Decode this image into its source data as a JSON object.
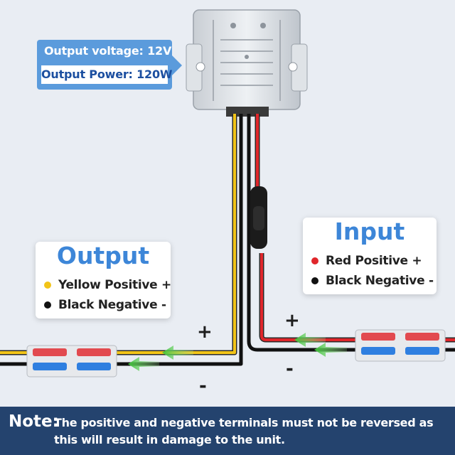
{
  "specs": {
    "output_voltage": "Output voltage: 12V",
    "output_power": "Output Power: 120W"
  },
  "output_card": {
    "title": "Output",
    "items": [
      {
        "label": "Yellow Positive +",
        "dot_color": "#f2c418"
      },
      {
        "label": "Black Negative -",
        "dot_color": "#111111"
      }
    ]
  },
  "input_card": {
    "title": "Input",
    "items": [
      {
        "label": "Red Positive +",
        "dot_color": "#e0262b"
      },
      {
        "label": "Black Negative -",
        "dot_color": "#111111"
      }
    ]
  },
  "polarity": {
    "output_plus": "+",
    "output_minus": "-",
    "input_plus": "+",
    "input_minus": "-"
  },
  "note": {
    "label": "Note:",
    "text": "The positive and negative terminals must not be reversed as this will result in damage to the unit."
  },
  "colors": {
    "spec_box": "#5b9bdc",
    "title_blue": "#3d86d8",
    "note_bar": "#24436e",
    "wire_yellow": "#f2c418",
    "wire_red": "#e0262b",
    "wire_black": "#111111",
    "arrow_green": "#3fc23a",
    "connector_red": "#e24a4f",
    "connector_blue": "#2f7fe0"
  },
  "icons": {
    "converter": "dc-converter-module",
    "connectors": "lever-wire-connector",
    "arrows": "current-direction-arrow"
  }
}
